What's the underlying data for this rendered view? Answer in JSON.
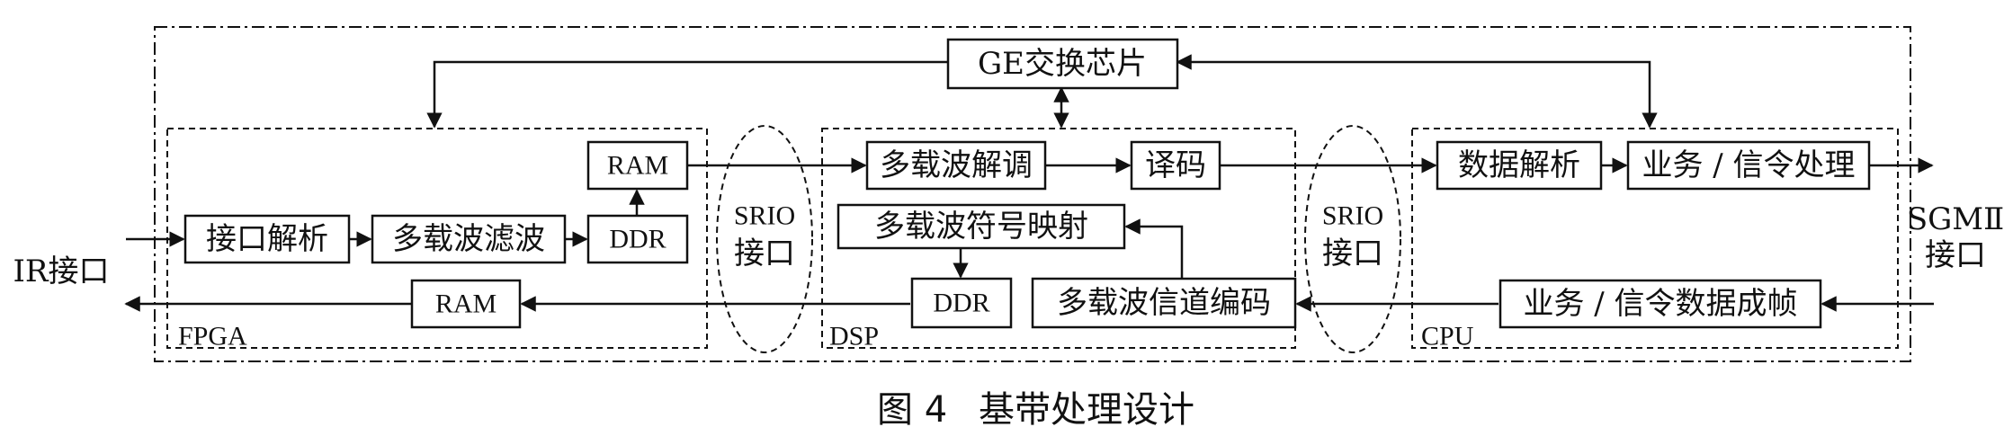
{
  "caption": {
    "figure_no": "图 4",
    "title": "基带处理设计"
  },
  "regions": {
    "fpga": "FPGA",
    "dsp": "DSP",
    "cpu": "CPU"
  },
  "interfaces": {
    "srio_left": {
      "line1": "SRIO",
      "line2": "接口"
    },
    "srio_right": {
      "line1": "SRIO",
      "line2": "接口"
    },
    "ir": "IR接口",
    "sgmii": {
      "line1": "SGMⅡ",
      "line2": "接口"
    }
  },
  "blocks": {
    "ge_switch": "GE交换芯片",
    "fpga_interface_parse": "接口解析",
    "fpga_multicarrier_filter": "多载波滤波",
    "fpga_ddr": "DDR",
    "fpga_ram_top": "RAM",
    "fpga_ram_bottom": "RAM",
    "dsp_demod": "多载波解调",
    "dsp_decode": "译码",
    "dsp_symbol_map": "多载波符号映射",
    "dsp_ddr": "DDR",
    "dsp_channel_encode": "多载波信道编码",
    "cpu_data_parse": "数据解析",
    "cpu_service_process": "业务 / 信令处理",
    "cpu_framing": "业务 / 信令数据成帧"
  }
}
